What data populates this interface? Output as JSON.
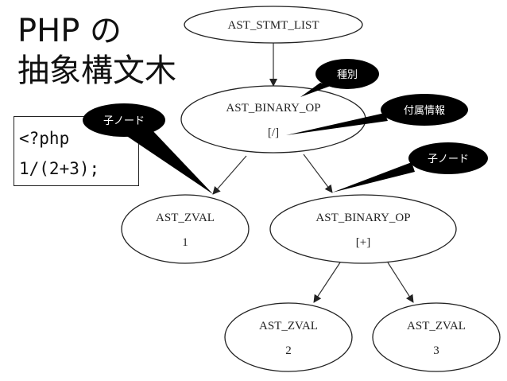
{
  "title": {
    "line1": "PHP の",
    "line2": "抽象構文木"
  },
  "code": {
    "lines": [
      "<?php",
      "1/(2+3);"
    ]
  },
  "nodes": {
    "stmt_list": {
      "label": "AST_STMT_LIST"
    },
    "binary_op_div": {
      "label": "AST_BINARY_OP",
      "attr": "[/]"
    },
    "zval_1": {
      "label": "AST_ZVAL",
      "value": "1"
    },
    "binary_op_add": {
      "label": "AST_BINARY_OP",
      "attr": "[+]"
    },
    "zval_2": {
      "label": "AST_ZVAL",
      "value": "2"
    },
    "zval_3": {
      "label": "AST_ZVAL",
      "value": "3"
    }
  },
  "callouts": {
    "kind": "種別",
    "attribute": "付属情報",
    "child_left": "子ノード",
    "child_right": "子ノード"
  },
  "colors": {
    "callout_fill": "#000000",
    "edge": "#333333"
  }
}
